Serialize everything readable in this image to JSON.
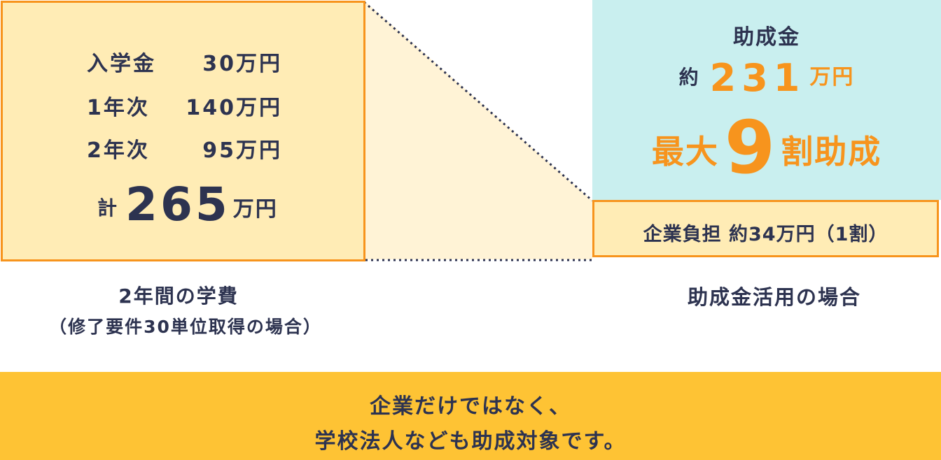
{
  "tuition": {
    "rows": [
      {
        "label": "入学金",
        "amount": "30万円"
      },
      {
        "label": "1年次",
        "amount": "140万円"
      },
      {
        "label": "2年次",
        "amount": "95万円"
      }
    ],
    "total_prefix": "計",
    "total_number": "265",
    "total_unit": "万円",
    "caption_line1": "2年間の学費",
    "caption_line2": "（修了要件30単位取得の場合）"
  },
  "subsidy": {
    "title": "助成金",
    "approx_label": "約",
    "amount_number": "231",
    "amount_unit": "万円",
    "max_prefix": "最大",
    "max_digit": "9",
    "max_suffix": "割助成",
    "burden_text": "企業負担 約34万円（1割）",
    "caption": "助成金活用の場合"
  },
  "note": {
    "line1": "企業だけではなく、",
    "line2": "学校法人なども助成対象です。"
  },
  "colors": {
    "accent_orange": "#f7941d",
    "tuition_fill": "#ffecb5",
    "subsidy_fill": "#c9efef",
    "banner_fill": "#fec334",
    "text_navy": "#2d3350"
  }
}
